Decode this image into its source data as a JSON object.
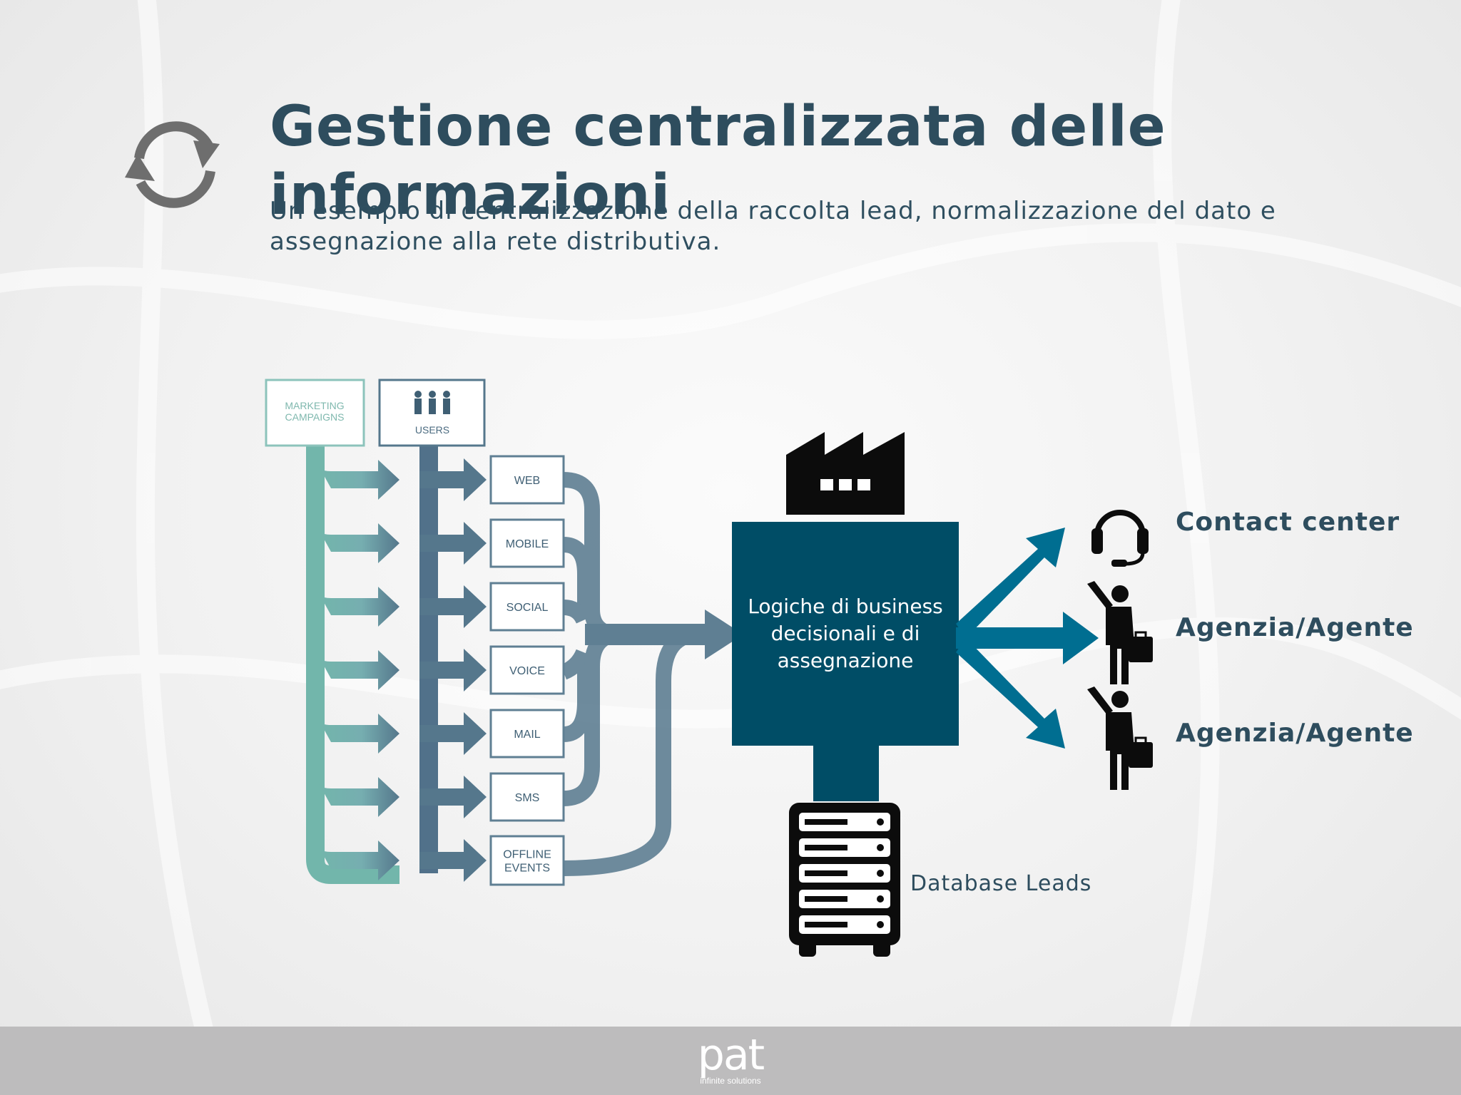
{
  "slide": {
    "title": "Gestione centralizzata delle informazioni",
    "subtitle": "Un esempio di centralizzazione della raccolta lead, normalizzazione del dato e assegnazione alla rete distributiva."
  },
  "flow": {
    "sources": [
      "MARKETING CAMPAIGNS",
      "USERS"
    ],
    "channels": [
      "WEB",
      "MOBILE",
      "SOCIAL",
      "VOICE",
      "MAIL",
      "SMS",
      "OFFLINE EVENTS"
    ]
  },
  "center": {
    "logic_label": "Logiche di business decisionali e di assegnazione",
    "database_label": "Database Leads"
  },
  "outputs": [
    "Contact center",
    "Agenzia/Agente",
    "Agenzia/Agente"
  ],
  "footer": {
    "logo_text": "pat",
    "tagline": "infinite solutions"
  },
  "colors": {
    "title": "#2e4d5e",
    "box": "#004d66",
    "arrow": "#006e91",
    "teal": "#72b6ab",
    "slate": "#55778c",
    "footer": "#bdbcbd"
  },
  "icons": [
    "refresh-icon",
    "factory-icon",
    "server-icon",
    "headset-icon",
    "person-icon"
  ]
}
